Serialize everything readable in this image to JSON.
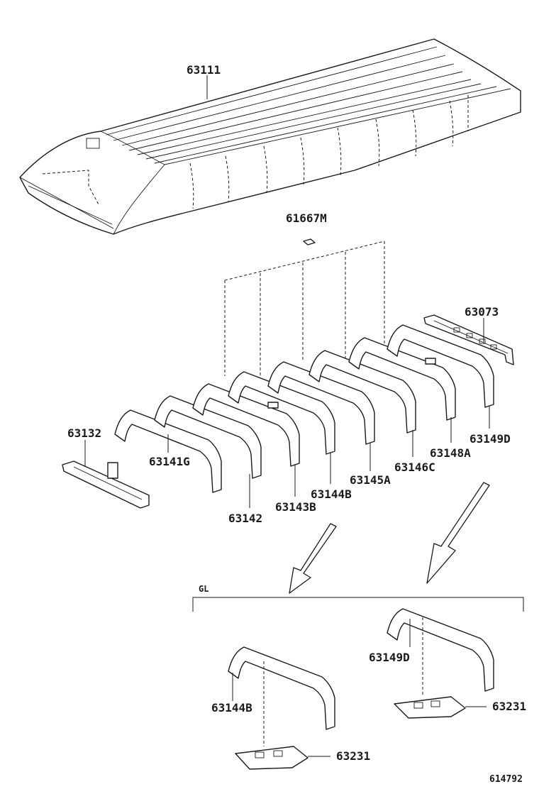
{
  "labels": {
    "roof_panel": "63111",
    "clip": "61667M",
    "rear_header": "63073",
    "front_header": "63132",
    "bow_1": "63141G",
    "bow_2": "63142",
    "bow_3": "63143B",
    "bow_4": "63144B",
    "bow_5": "63145A",
    "bow_6": "63146C",
    "bow_7": "63148A",
    "bow_8": "63149D",
    "gl_bow_left": "63144B",
    "gl_bow_right": "63149D",
    "gl_plate_left": "63231",
    "gl_plate_right": "63231"
  },
  "variant_label": "GL",
  "figure_number": "614792"
}
